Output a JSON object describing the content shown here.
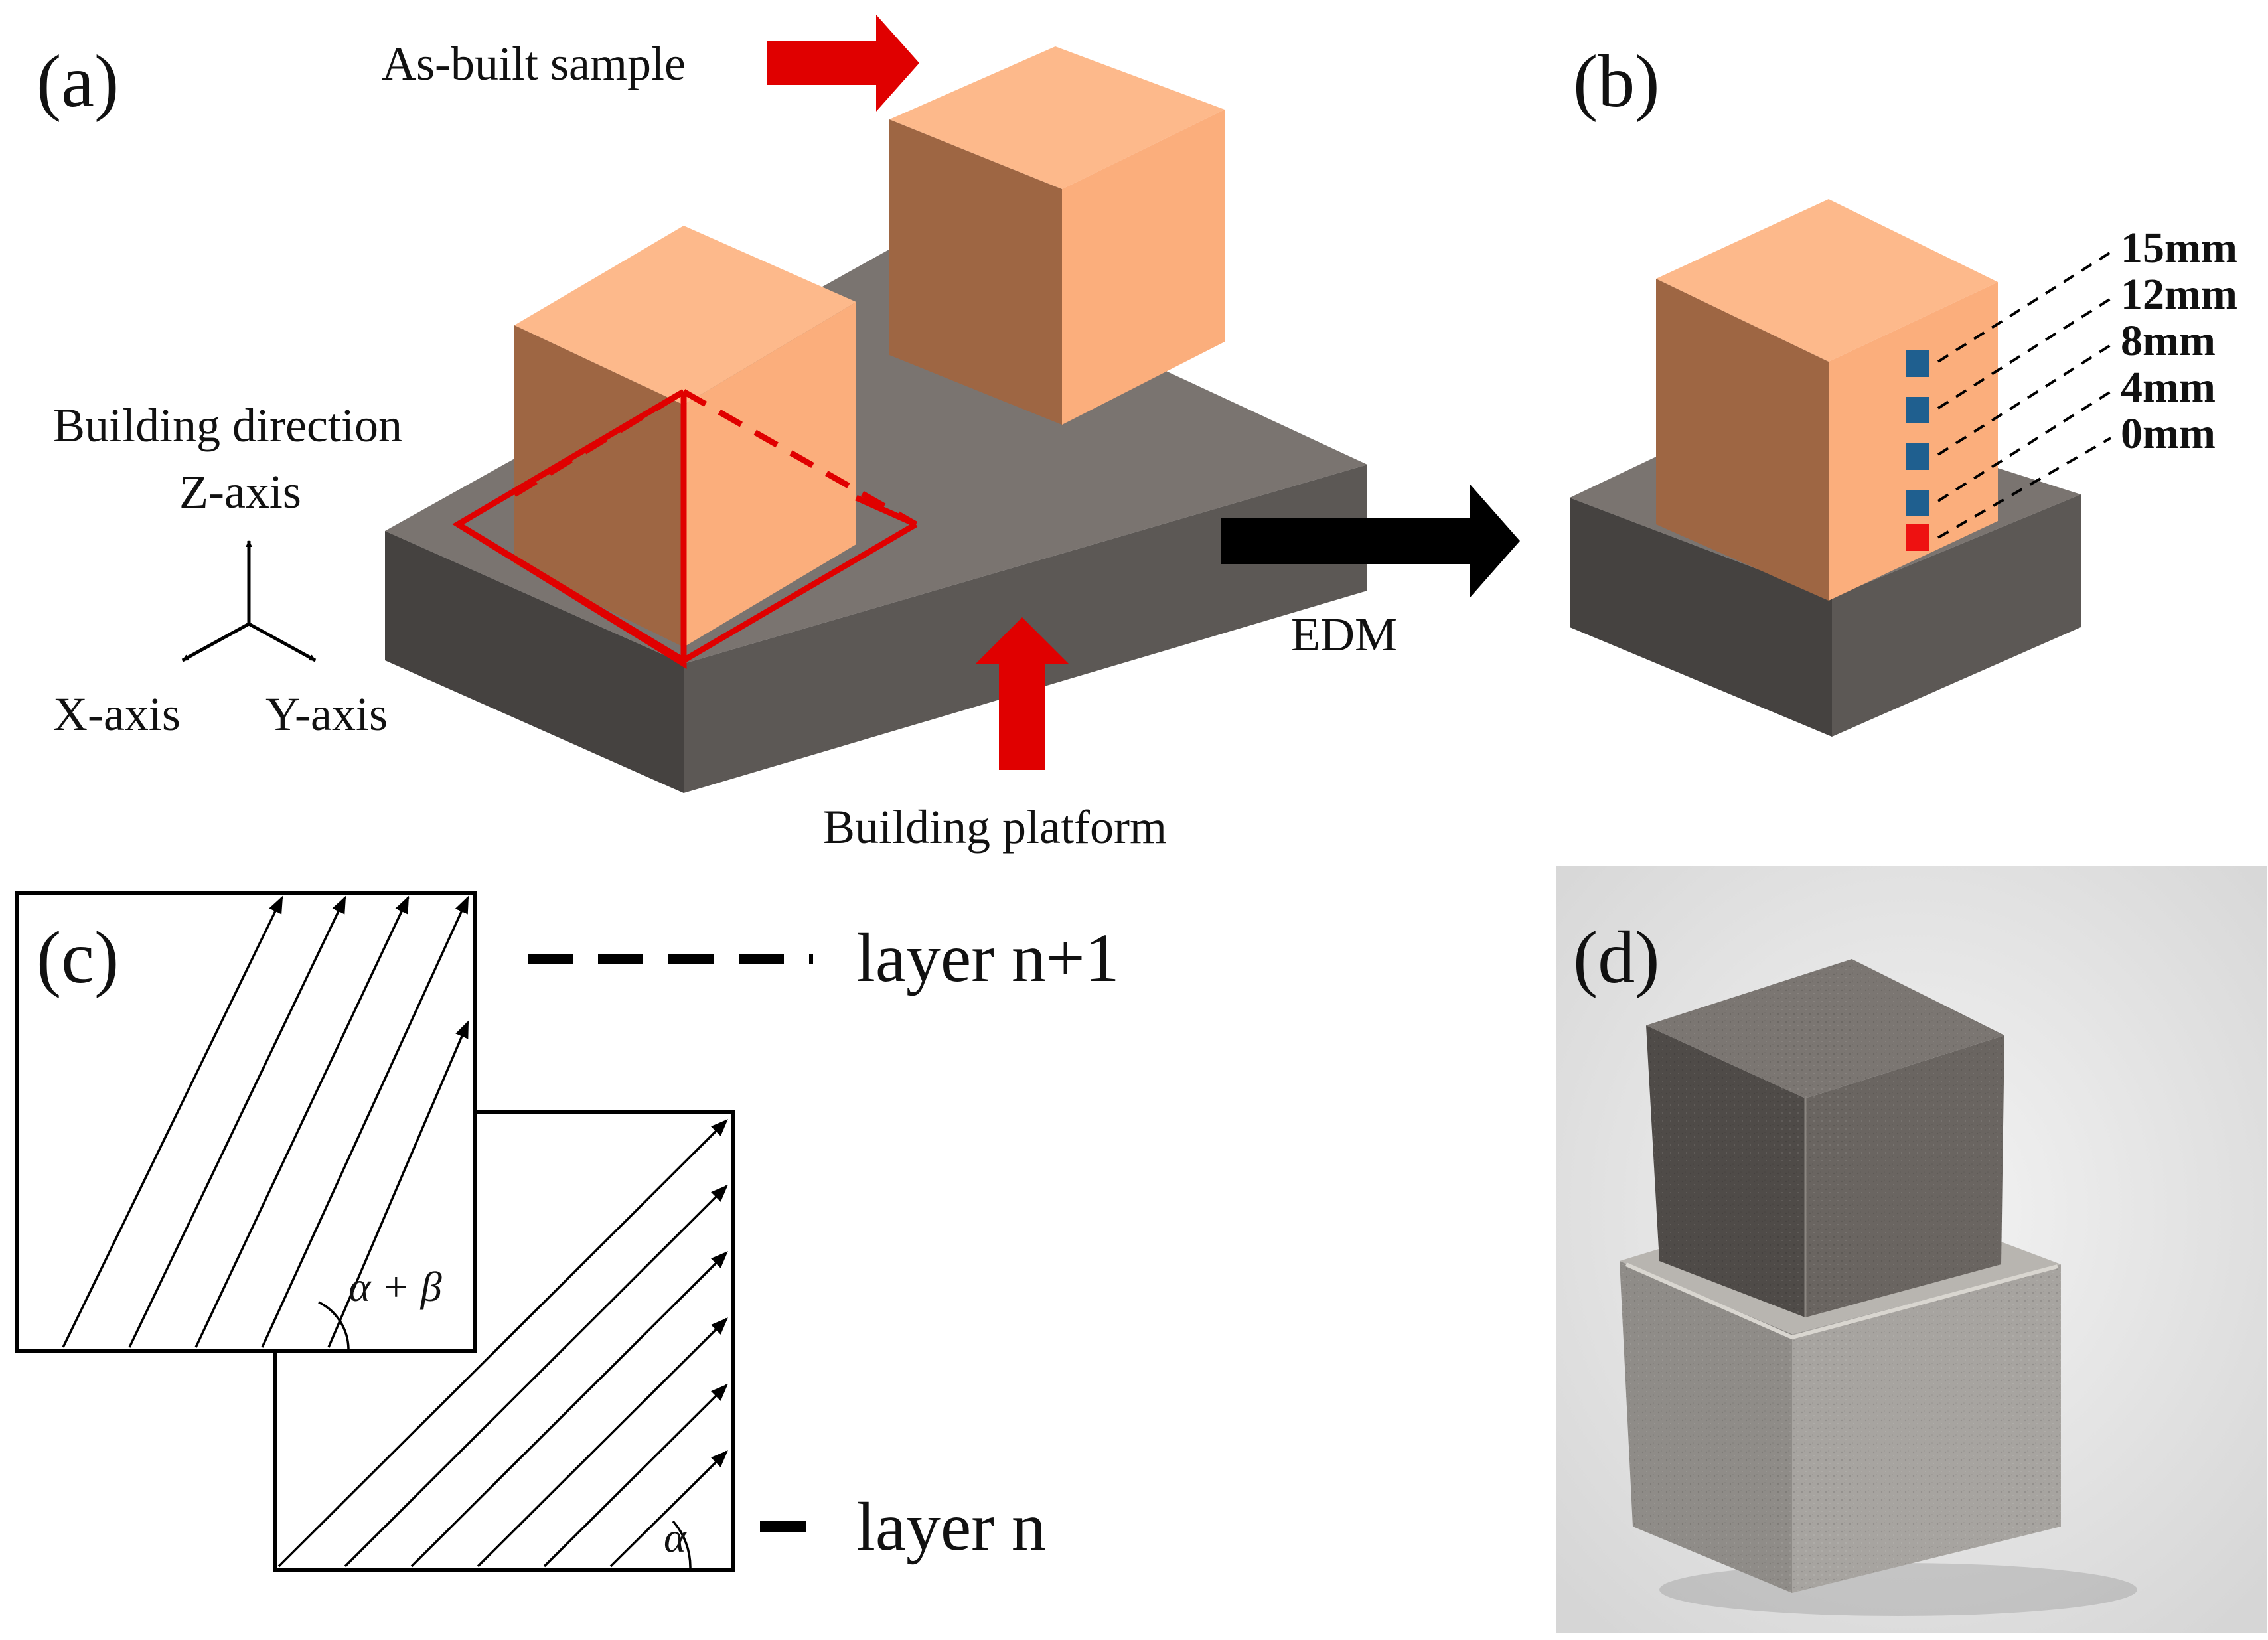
{
  "panels": {
    "a": "(a)",
    "b": "(b)",
    "c": "(c)",
    "d": "(d)"
  },
  "panel_a": {
    "as_built_sample": "As-built sample",
    "building_direction": "Building direction",
    "z_axis": "Z-axis",
    "x_axis": "X-axis",
    "y_axis": "Y-axis",
    "building_platform": "Building platform"
  },
  "process_label": "EDM",
  "panel_b": {
    "depths": [
      "15mm",
      "12mm",
      "8mm",
      "4mm",
      "0mm"
    ]
  },
  "panel_c": {
    "layer_top": "layer n+1",
    "layer_bottom": "layer n",
    "angle_top": "α + β",
    "angle_bottom": "α"
  },
  "colors": {
    "cube_top": "#FDB98B",
    "cube_right": "#FBAE7C",
    "cube_left": "#9E6643",
    "platform_top": "#7A7470",
    "platform_left": "#454240",
    "platform_right": "#5C5855",
    "highlight_red": "#E00000",
    "marker_blue": "#1F5F8F",
    "marker_red": "#EE1111"
  }
}
